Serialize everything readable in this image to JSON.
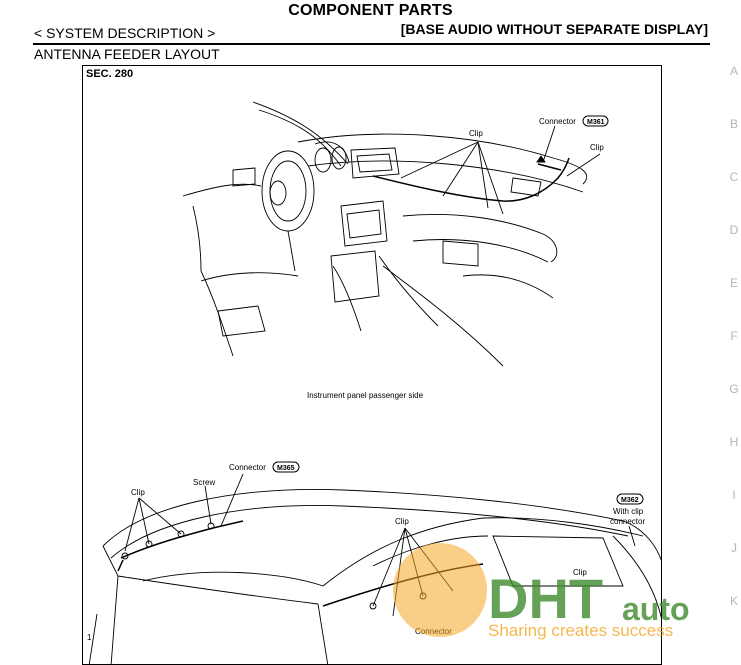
{
  "header": {
    "title": "COMPONENT PARTS",
    "subtitle": "[BASE AUDIO WITHOUT SEPARATE DISPLAY]",
    "section": "< SYSTEM DESCRIPTION >"
  },
  "page": {
    "heading": "ANTENNA FEEDER LAYOUT"
  },
  "figure": {
    "sec": "SEC. 280",
    "caption": "Instrument panel passenger side",
    "top_labels": {
      "clip_center": "Clip",
      "connector": "Connector",
      "connector_id": "M361",
      "clip_right": "Clip"
    },
    "bottom_labels": {
      "connector_top": "Connector",
      "connector_top_id": "M365",
      "screw": "Screw",
      "clip_left": "Clip",
      "clip_middle": "Clip",
      "connector_id_right": "M362",
      "with_clip": "With clip",
      "connector_right": "connector",
      "connector_bottom": "Connector",
      "clip_right_small": "Clip",
      "leader_number": "1"
    }
  },
  "side_index": [
    "A",
    "B",
    "C",
    "D",
    "E",
    "F",
    "G",
    "H",
    "I",
    "J",
    "K"
  ],
  "watermark": {
    "logo_text": "DHT",
    "auto_text": "auto",
    "tagline": "Sharing creates success",
    "colors": {
      "orange": "#f5a623",
      "green": "#3f8a2e"
    }
  }
}
